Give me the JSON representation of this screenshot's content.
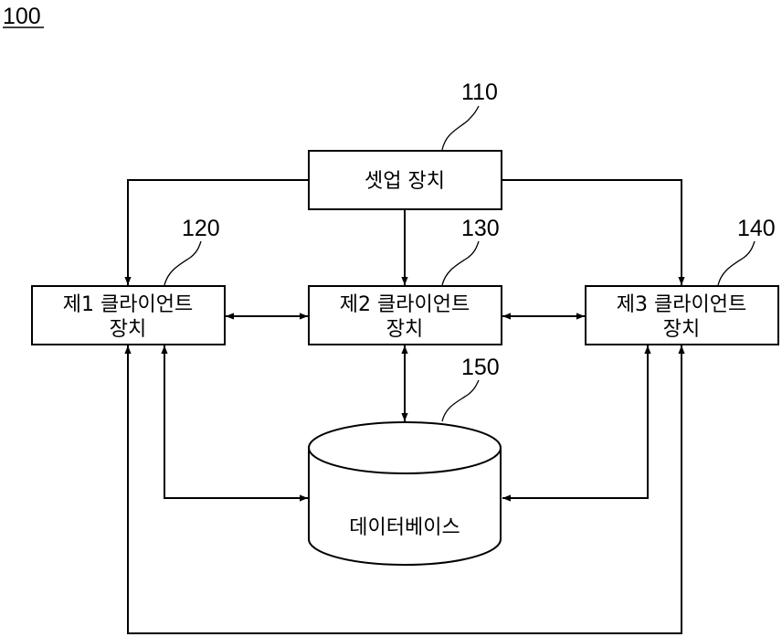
{
  "figure_number": "100",
  "setup_device": {
    "ref": "110",
    "label": "셋업 장치"
  },
  "client1": {
    "ref": "120",
    "line1": "제1 클라이언트",
    "line2": "장치"
  },
  "client2": {
    "ref": "130",
    "line1": "제2 클라이언트",
    "line2": "장치"
  },
  "client3": {
    "ref": "140",
    "line1": "제3 클라이언트",
    "line2": "장치"
  },
  "database": {
    "ref": "150",
    "label": "데이터베이스"
  }
}
